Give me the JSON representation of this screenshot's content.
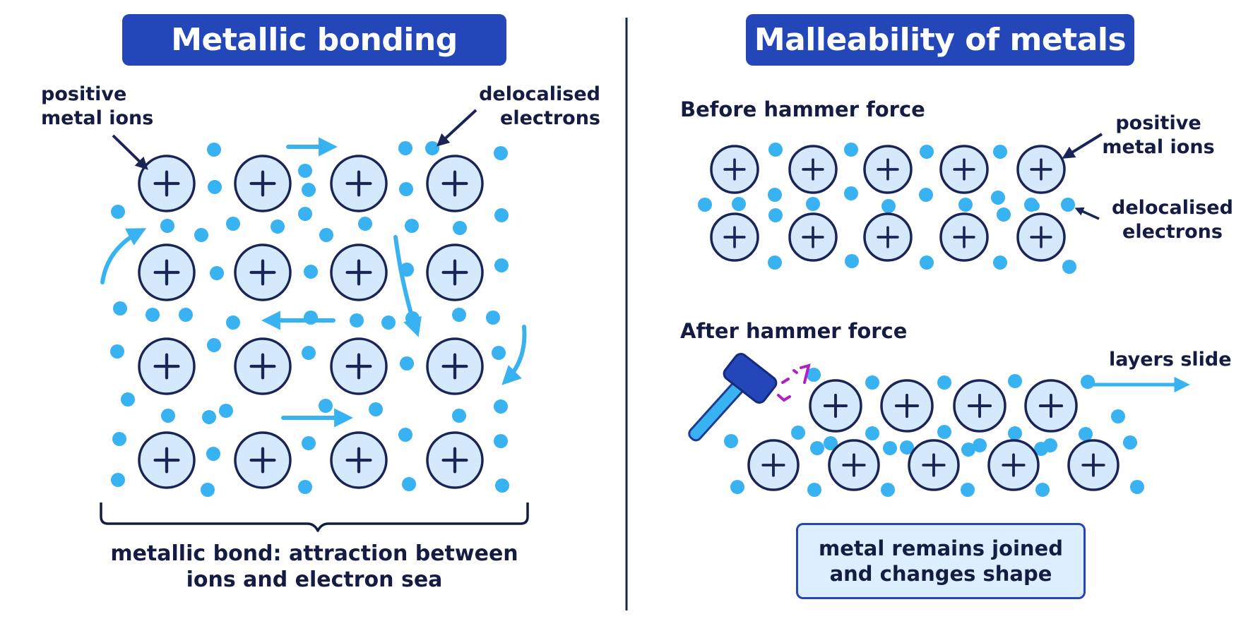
{
  "left_panel": {
    "title": "Metallic bonding",
    "label_ions": [
      "positive",
      "metal ions"
    ],
    "label_electrons": [
      "delocalised",
      "electrons"
    ],
    "ion_symbol": "+",
    "bond_caption": [
      "metallic bond: attraction between",
      "ions and electron sea"
    ]
  },
  "right_panel": {
    "title": "Malleability of metals",
    "before_heading": "Before hammer force",
    "after_heading": "After hammer force",
    "label_ions": [
      "positive",
      "metal ions"
    ],
    "label_electrons": [
      "delocalised",
      "electrons"
    ],
    "layers_slide": "layers slide",
    "result": [
      "metal remains joined",
      "and changes shape"
    ]
  },
  "colors": {
    "title_bg": "#2346b8",
    "ion_fill": "#d4e9fb",
    "ion_stroke": "#1a2456",
    "electron": "#39b2f1",
    "arrow": "#39b2f1",
    "text": "#141c44",
    "hammer": "#2346b8",
    "impact": "#b021c4"
  },
  "icons": [
    "hammer-icon",
    "impact-marks-icon",
    "flow-arrow-icon"
  ]
}
